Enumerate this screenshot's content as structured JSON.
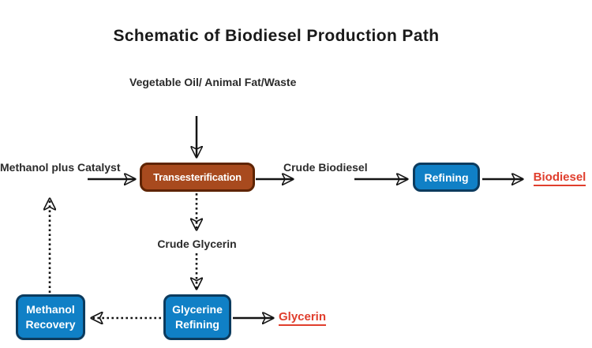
{
  "title": "Schematic of Biodiesel Production Path",
  "colors": {
    "title_text": "#1A1A1A",
    "label_text": "#2B2B2B",
    "box_blue_fill": "#1080C6",
    "box_blue_border": "#0C3B5E",
    "box_brown_fill": "#A84A1E",
    "box_brown_border": "#5E2402",
    "box_text": "#FFFFFF",
    "product_red": "#E03E2D",
    "arrow": "#141414"
  },
  "nodes": {
    "feedstock": {
      "lines": [
        "Vegetable Oil/",
        "Animal Fat/Waste"
      ]
    },
    "methanol_catalyst": {
      "lines": [
        "Methanol",
        "plus Catalyst"
      ]
    },
    "transesterification": {
      "label": "Transesterification"
    },
    "crude_biodiesel": {
      "lines": [
        "Crude",
        "Biodiesel"
      ]
    },
    "refining": {
      "label": "Refining"
    },
    "biodiesel_product": {
      "label": "Biodiesel"
    },
    "crude_glycerin": {
      "label": "Crude Glycerin"
    },
    "glycerine_refining": {
      "lines": [
        "Glycerine",
        "Refining"
      ]
    },
    "methanol_recovery": {
      "lines": [
        "Methanol",
        "Recovery"
      ]
    },
    "glycerin_product": {
      "label": "Glycerin"
    }
  }
}
